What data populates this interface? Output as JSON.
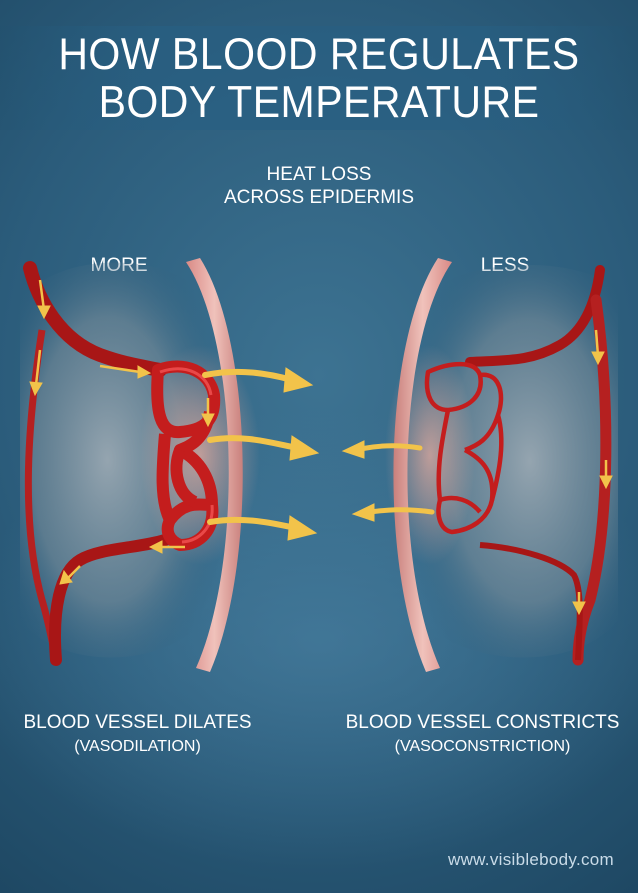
{
  "title": {
    "line1": "HOW BLOOD REGULATES",
    "line2": "BODY TEMPERATURE"
  },
  "heat_loss": {
    "line1": "HEAT LOSS",
    "line2": "ACROSS EPIDERMIS"
  },
  "left": {
    "level": "MORE",
    "label": "BLOOD VESSEL DILATES",
    "sub": "(VASODILATION)"
  },
  "right": {
    "level": "LESS",
    "label": "BLOOD VESSEL CONSTRICTS",
    "sub": "(VASOCONSTRICTION)"
  },
  "url": "www.visiblebody.com",
  "colors": {
    "vessel": "#c41d1d",
    "arrow": "#f2c34a",
    "skin": "#e8a9a3",
    "background": "#2b5c7b"
  }
}
